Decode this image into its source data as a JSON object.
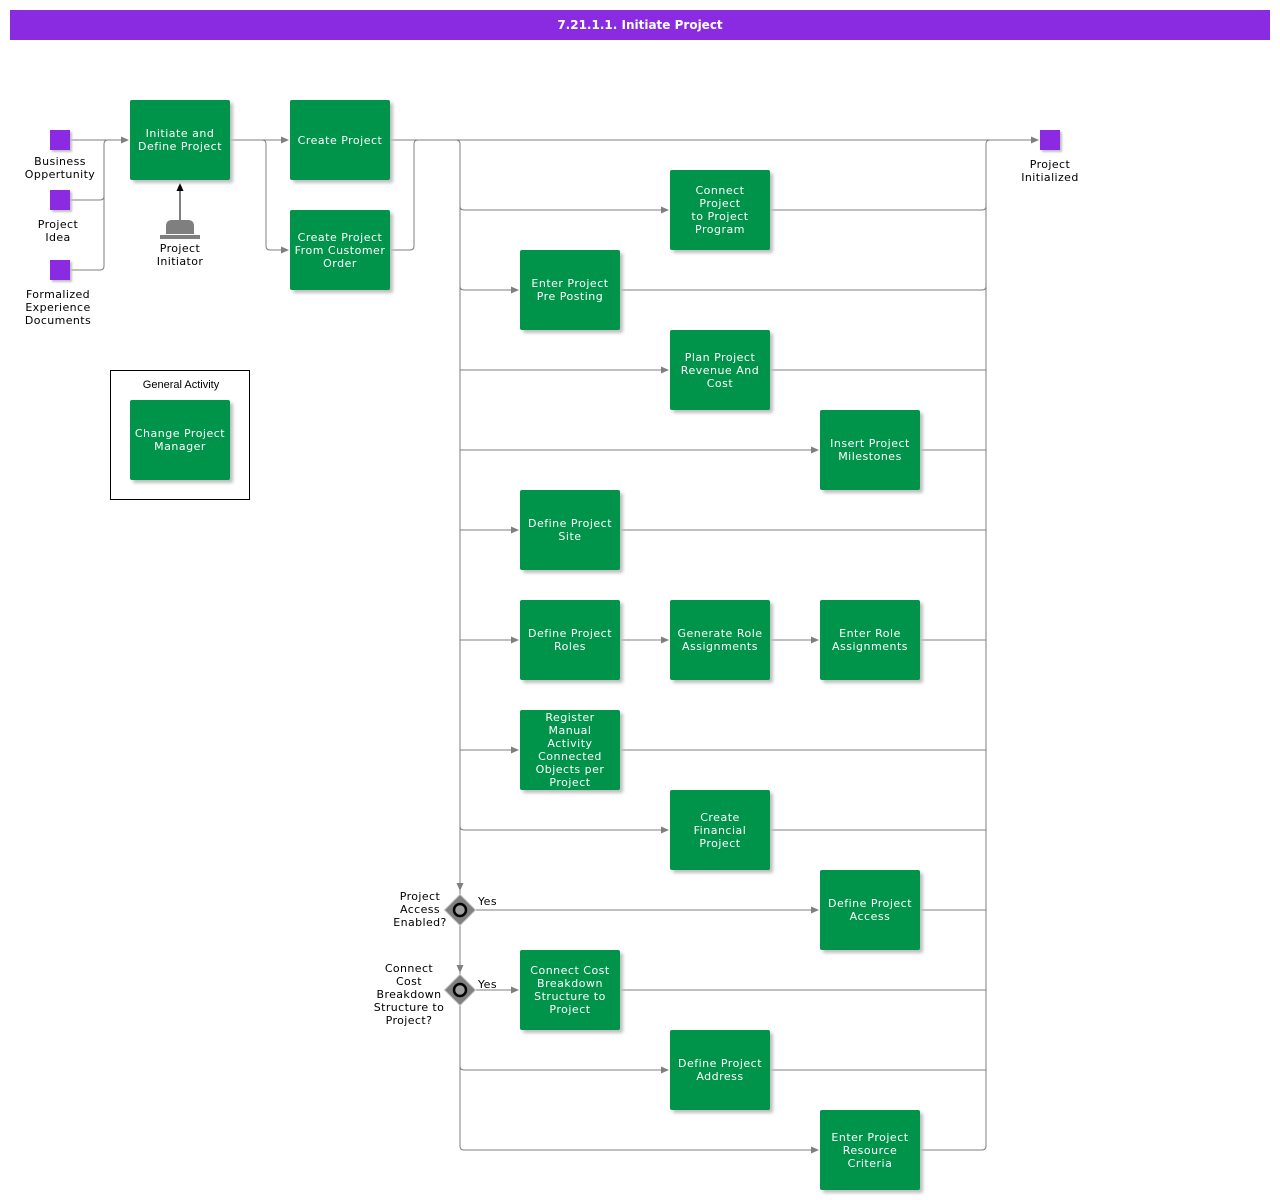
{
  "title": "7.21.1.1. Initiate Project",
  "colors": {
    "title_bar": "#8a2be2",
    "activity": "#00944a",
    "event": "#8a2be2",
    "line": "#7f7f7f",
    "gateway": "#808080"
  },
  "start_events": {
    "business_opportunity": "Business\nOppertunity",
    "project_idea": "Project\nIdea",
    "formalized_docs": "Formalized\nExperience\nDocuments"
  },
  "end_event": "Project\nInitialized",
  "role": {
    "icon": "person-role-icon",
    "label": "Project\nInitiator"
  },
  "general_activity": {
    "title": "General Activity",
    "item": "Change Project\nManager"
  },
  "activities": {
    "initiate_define": "Initiate and\nDefine Project",
    "create_project": "Create Project",
    "create_from_order": "Create Project\nFrom Customer\nOrder",
    "connect_program": "Connect Project\nto Project\nProgram",
    "pre_posting": "Enter Project\nPre Posting",
    "plan_revenue": "Plan Project\nRevenue And\nCost",
    "insert_milestones": "Insert Project\nMilestones",
    "define_site": "Define Project\nSite",
    "define_roles": "Define Project\nRoles",
    "generate_roles": "Generate Role\nAssignments",
    "enter_roles": "Enter Role\nAssignments",
    "register_manual": "Register Manual\nActivity\nConnected\nObjects per\nProject",
    "financial_project": "Create Financial\nProject",
    "define_access": "Define Project\nAccess",
    "connect_cbs": "Connect Cost\nBreakdown\nStructure to\nProject",
    "define_address": "Define Project\nAddress",
    "resource_criteria": "Enter Project\nResource\nCriteria"
  },
  "gateways": {
    "access": {
      "question": "Project\nAccess\nEnabled?",
      "yes": "Yes"
    },
    "cbs": {
      "question": "Connect\nCost\nBreakdown\nStructure to\nProject?",
      "yes": "Yes"
    }
  }
}
